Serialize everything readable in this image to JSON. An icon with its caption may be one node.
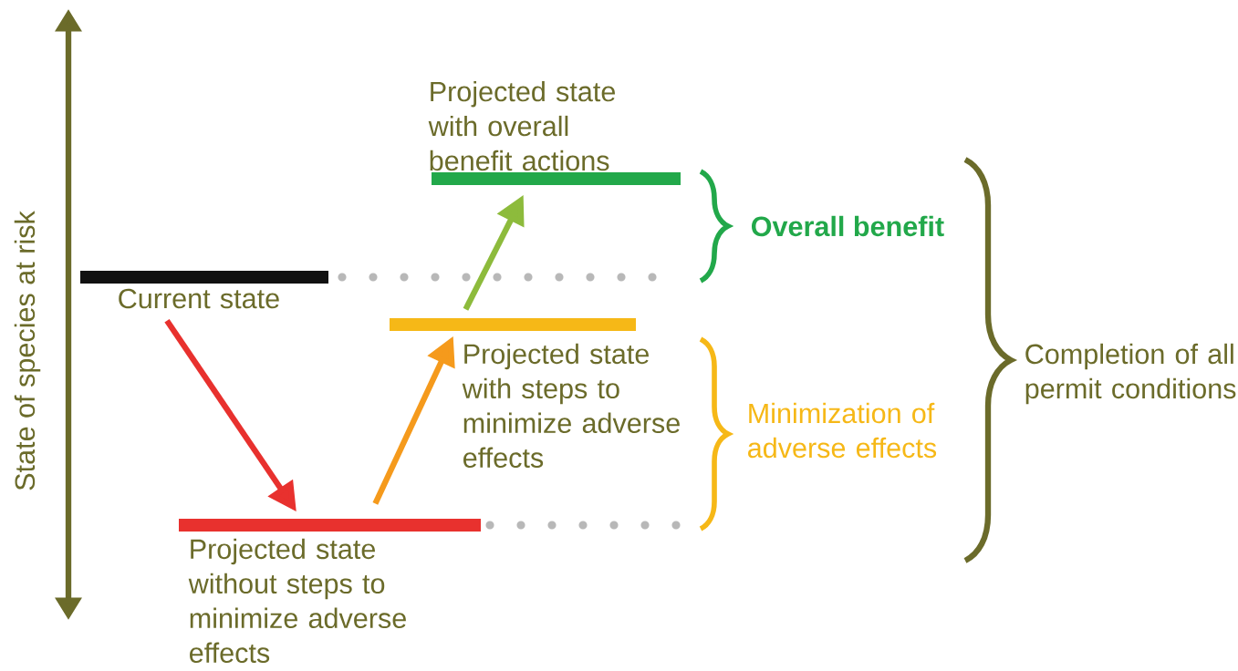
{
  "diagram": {
    "nodes": [
      {
        "text": [
          "Current state"
        ]
      },
      {
        "text": [
          "Projected state without steps to minimize adverse effects"
        ]
      },
      {
        "text": [
          "Projected state with steps to minimize adverse effects"
        ]
      },
      {
        "text": [
          "Projected state with overall benefit actions"
        ]
      }
    ],
    "edges": [
      {
        "from": 0,
        "to": 1,
        "arrow": "to",
        "color": "#e8312e"
      },
      {
        "from": 1,
        "to": 2,
        "arrow": "to",
        "color": "#f59a1c"
      },
      {
        "from": 2,
        "to": 3,
        "arrow": "to",
        "color": "#8dbb3c"
      }
    ],
    "labels": [
      "State of species at risk",
      "Overall benefit",
      "Minimization of adverse effects",
      "Completion of all permit conditions"
    ]
  }
}
